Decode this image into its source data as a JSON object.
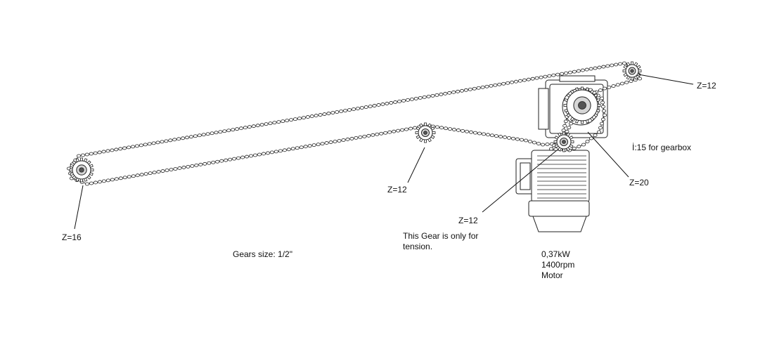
{
  "labels": {
    "z_front": "Z=16",
    "z_tension": "Z=12",
    "z_top": "Z=12",
    "z_motor": "Z=12",
    "z_gearbox": "Z=20",
    "ratio": "İ:15 for gearbox",
    "gears_size": "Gears size: 1/2\"",
    "tension_note": "This Gear is only for\ntension.",
    "motor_spec": "0,37kW\n1400rpm\nMotor"
  },
  "colors": {
    "line": "#222222",
    "fill": "#ffffff",
    "shade": "#d6d6d6"
  }
}
